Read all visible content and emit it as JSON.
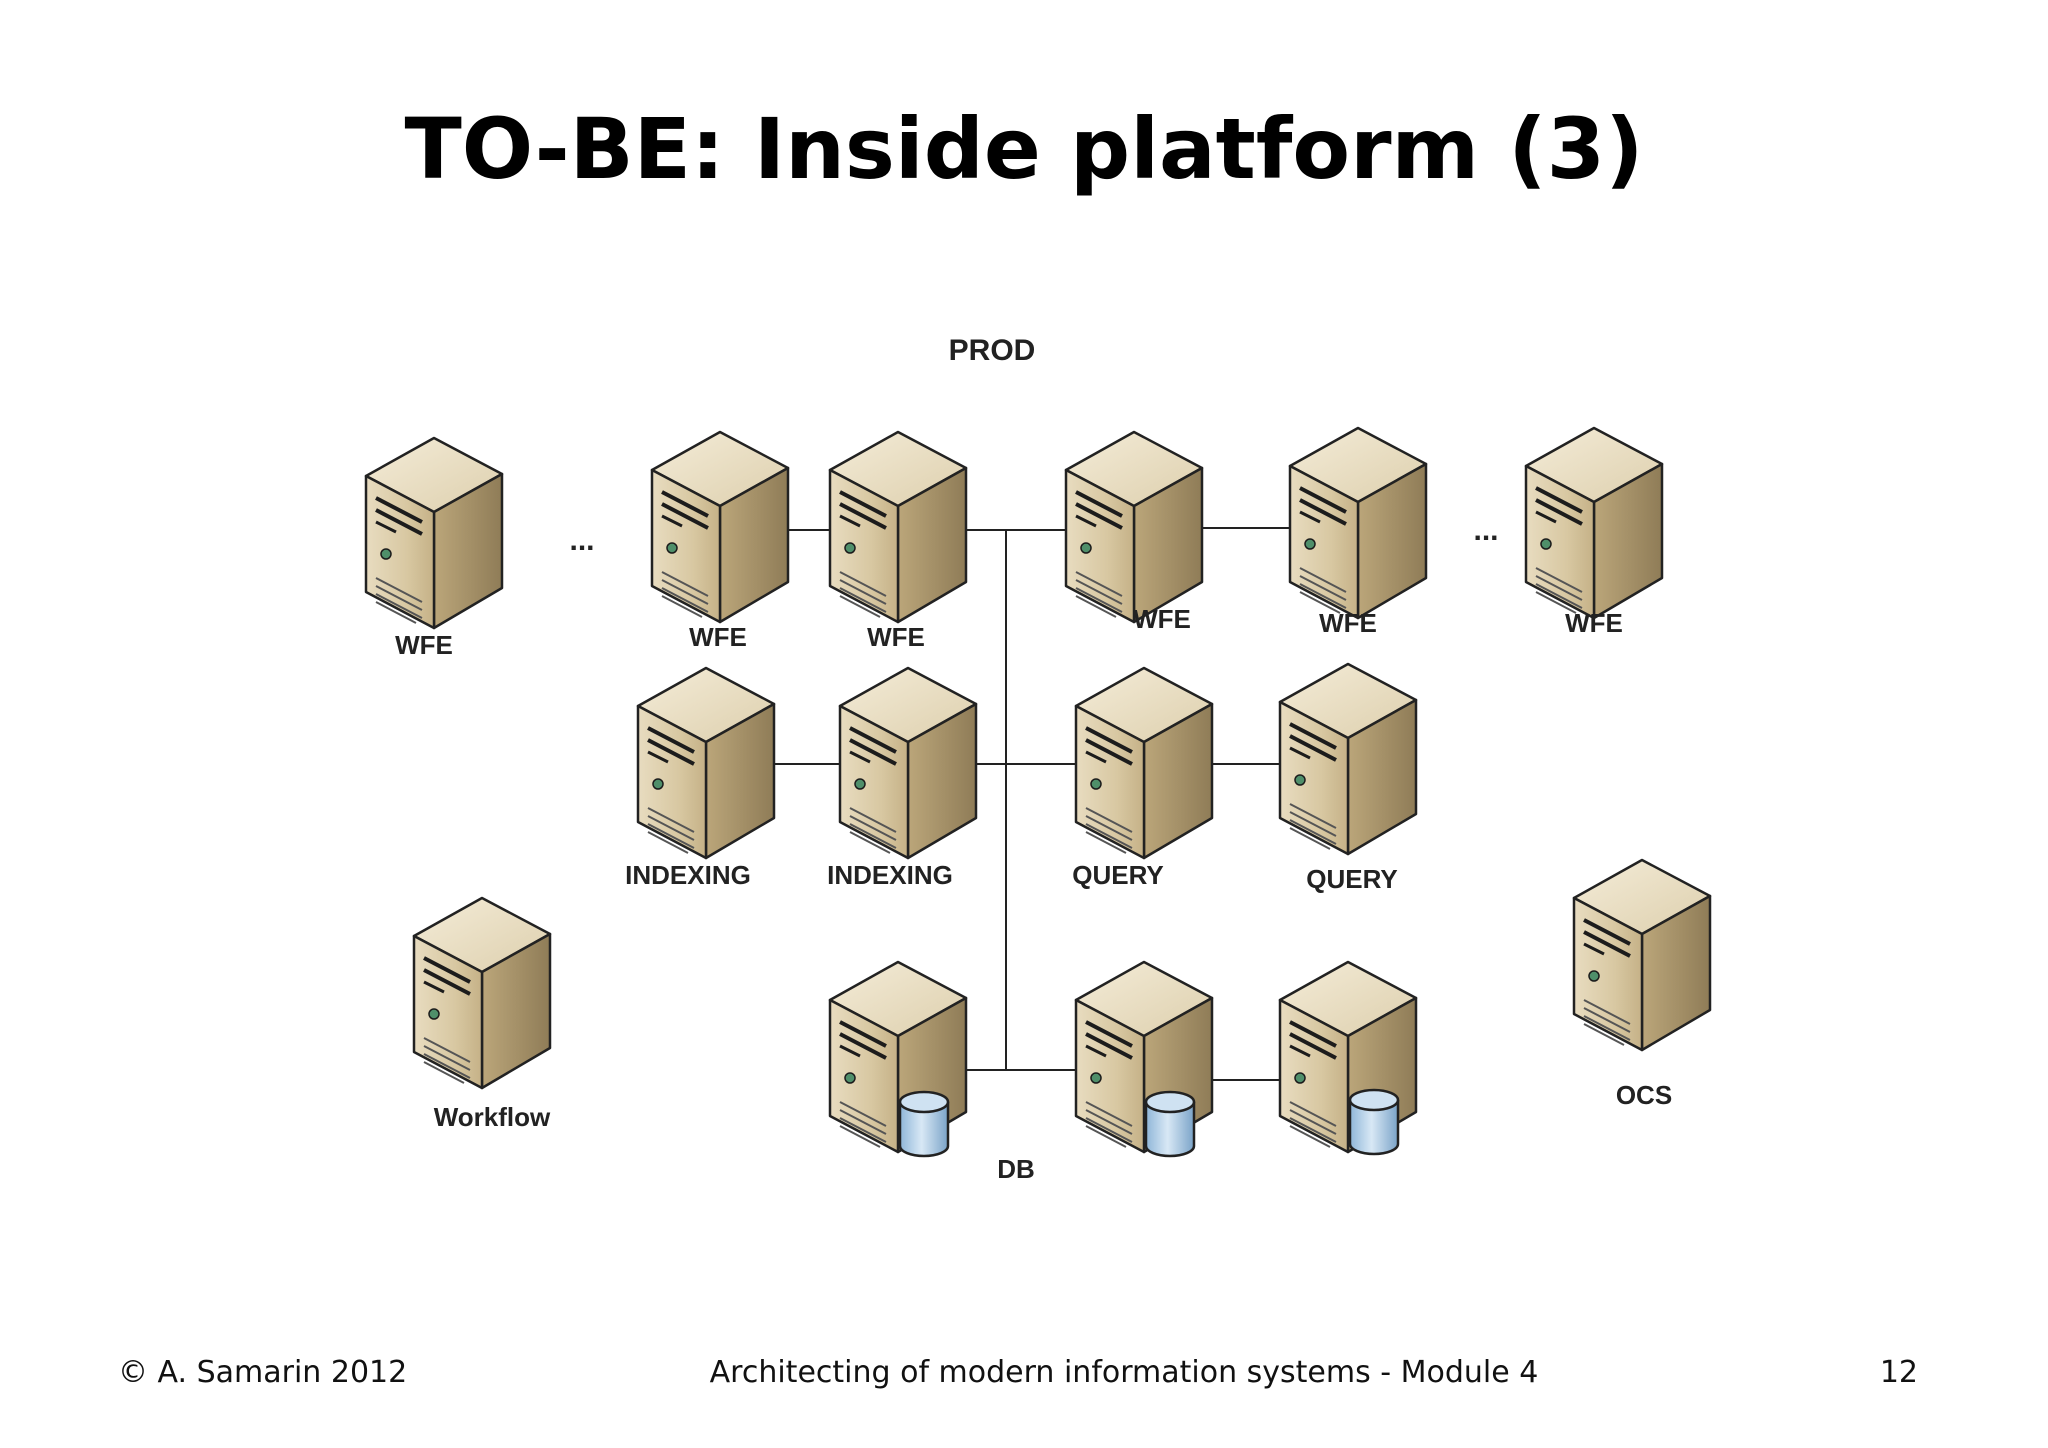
{
  "slide": {
    "title": "TO-BE: Inside platform (3)"
  },
  "diagram": {
    "zone_label": "PROD",
    "ellipsis": "...",
    "labels": {
      "wfe": "WFE",
      "indexing": "INDEXING",
      "query": "QUERY",
      "db": "DB",
      "workflow": "Workflow",
      "ocs": "OCS"
    }
  },
  "footer": {
    "left": "© A. Samarin 2012",
    "center": "Architecting of modern information systems - Module 4",
    "page": "12"
  }
}
